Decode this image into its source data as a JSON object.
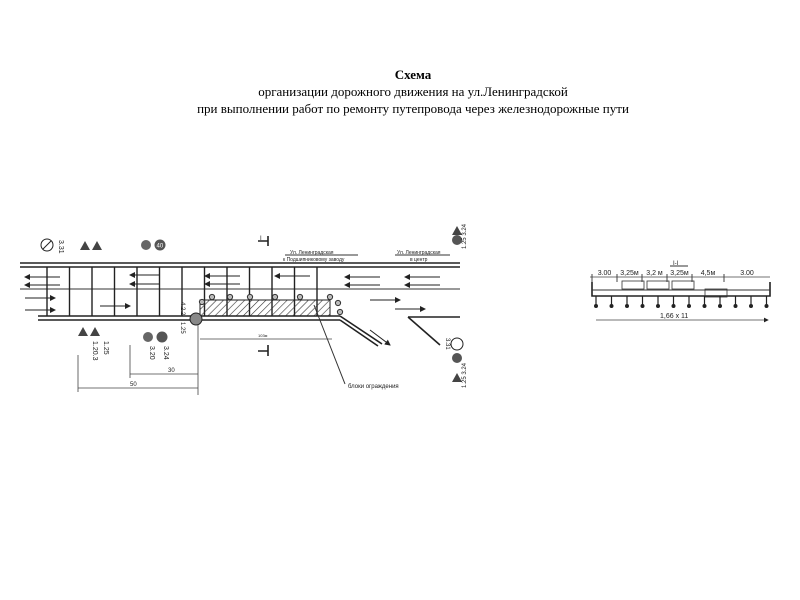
{
  "title": {
    "heading": "Схема",
    "line1": "организации  дорожного движения  на ул.Ленинградской",
    "line2": "при  выполнении  работ  по ремонту  путепровода  через железнодорожные  пути"
  },
  "plan": {
    "street_left_label": "Ул. Ленинградская",
    "street_left_sub": "к Подшипниковому заводу",
    "street_right_label": "Ул. Ленинградская",
    "street_right_sub": "в центр",
    "sign_331_top": "3.31",
    "sign_331_right": "3.31",
    "sign_right_top": "1.25 3.24",
    "sign_right_bottom": "1.25 3.24",
    "sign_speed": "40",
    "sign_125": "1.25",
    "sign_1203": "1.20.3",
    "sign_320": "3.20",
    "sign_324": "3.24",
    "sign_4222": "4.2.2",
    "sign_125b": "1.25",
    "dim_30": "30",
    "dim_50": "50",
    "dim_work": "103м",
    "section_mark": "I",
    "barrier_label": "блоки ограждения"
  },
  "section": {
    "title": "I-I",
    "widths": [
      "3.00",
      "3,25м",
      "3,2  м",
      "3,25м",
      "4,5м",
      "3.00"
    ],
    "span": "1,66  x 11"
  }
}
